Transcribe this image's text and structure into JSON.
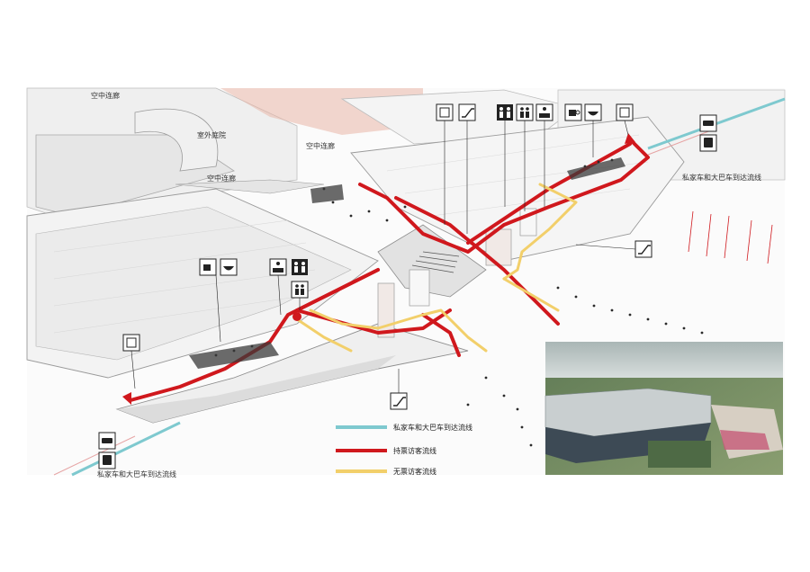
{
  "labels": {
    "sky_corridor_top": "空中连廊",
    "sky_corridor_mid": "空中连廊",
    "sky_corridor_left": "空中连廊",
    "outdoor_courtyard": "室外庭院",
    "car_bus_route_right": "私家车和大巴车到达流线",
    "car_bus_route_left": "私家车和大巴车到达流线"
  },
  "legend": {
    "items": [
      {
        "label": "私家车和大巴车到达流线",
        "color": "#7ec9cf"
      },
      {
        "label": "持票访客流线",
        "color": "#d0181d"
      },
      {
        "label": "无票访客流线",
        "color": "#f2cf6a"
      }
    ]
  },
  "colors": {
    "ticketed": "#d0181d",
    "non_ticketed": "#f2cf6a",
    "vehicle": "#7ec9cf",
    "roof_accent": "#e9b7a7",
    "structure_fill": "#f2f2f2",
    "structure_edge": "#9a9a9a"
  },
  "icons": [
    "elevator-icon",
    "escalator-icon",
    "toilet-icon",
    "ticket-counter-icon",
    "coffee-icon",
    "food-bowl-icon",
    "car-icon",
    "bus-icon"
  ],
  "photo": {
    "description_visible": false
  }
}
